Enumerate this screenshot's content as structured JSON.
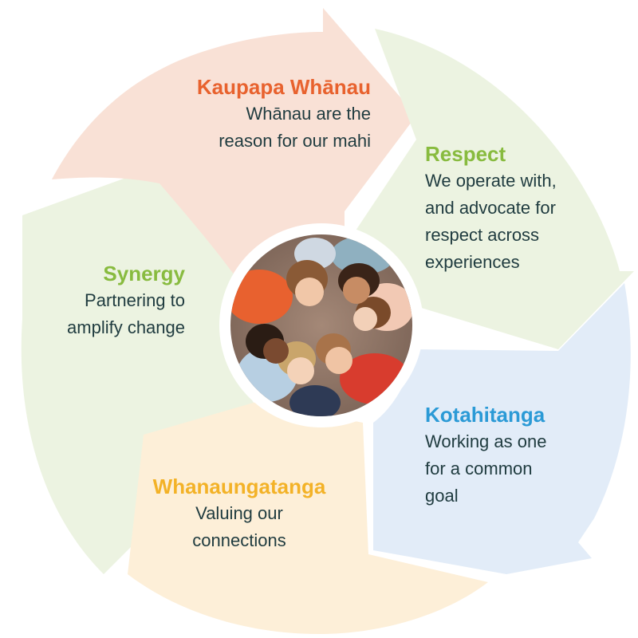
{
  "colors": {
    "peach": "#f9e1d6",
    "green_light": "#ecf3e1",
    "blue_light": "#e2ecf8",
    "cream": "#fdefd8",
    "title_orange": "#e8622e",
    "title_green": "#88bb3f",
    "title_blue": "#2b9ad6",
    "title_yellow": "#f3b227",
    "text_dark": "#1f3b3f"
  },
  "center_photo": {
    "icon": "children-lying-in-circle-photo"
  },
  "segments": [
    {
      "key": "kaupapa",
      "title": "Kaupapa Whānau",
      "lines": [
        "Whānau are the",
        "reason for our mahi"
      ]
    },
    {
      "key": "respect",
      "title": "Respect",
      "lines": [
        "We operate with,",
        "and advocate for",
        "respect across",
        "experiences"
      ]
    },
    {
      "key": "kotahitanga",
      "title": "Kotahitanga",
      "lines": [
        "Working as one",
        "for a common",
        "goal"
      ]
    },
    {
      "key": "whanaungatanga",
      "title": "Whanaungatanga",
      "lines": [
        "Valuing our",
        "connections"
      ]
    },
    {
      "key": "synergy",
      "title": "Synergy",
      "lines": [
        "Partnering to",
        "amplify change"
      ]
    }
  ]
}
